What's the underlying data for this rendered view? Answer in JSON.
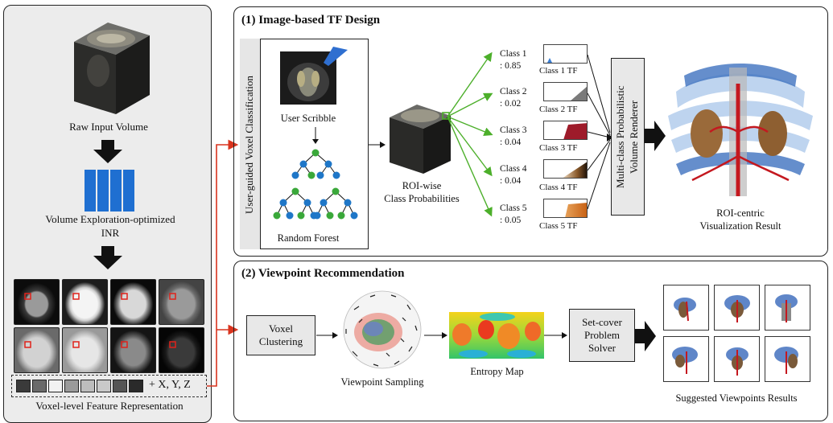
{
  "left_panel": {
    "raw_input_label": "Raw Input Volume",
    "inr_label_line1": "Volume Exploration-optimized",
    "inr_label_line2": "INR",
    "feature_suffix": "+ X, Y, Z",
    "feature_caption": "Voxel-level Feature Representation"
  },
  "panel1": {
    "title": "(1) Image-based TF Design",
    "classification_label": "User-guided Voxel Classification",
    "user_scribble": "User Scribble",
    "random_forest": "Random Forest",
    "roi_line1": "ROI-wise",
    "roi_line2": "Class Probabilities",
    "renderer_line1": "Multi-class Probabilistic",
    "renderer_line2": "Volume Renderer",
    "result_line1": "ROI-centric",
    "result_line2": "Visualization Result",
    "classes": [
      {
        "name": "Class 1",
        "prob": ": 0.85",
        "tf": "Class 1 TF",
        "color": "#3b7fd4"
      },
      {
        "name": "Class 2",
        "prob": ": 0.02",
        "tf": "Class 2 TF",
        "color": "#7a7a7a"
      },
      {
        "name": "Class 3",
        "prob": ": 0.04",
        "tf": "Class 3 TF",
        "color": "#9e1b2a"
      },
      {
        "name": "Class 4",
        "prob": ": 0.04",
        "tf": "Class 4 TF",
        "color": "#8a5a2b"
      },
      {
        "name": "Class 5",
        "prob": ": 0.05",
        "tf": "Class 5 TF",
        "color": "#d9822b"
      }
    ]
  },
  "panel2": {
    "title": "(2) Viewpoint Recommendation",
    "voxel_clustering_line1": "Voxel",
    "voxel_clustering_line2": "Clustering",
    "viewpoint_sampling": "Viewpoint Sampling",
    "entropy_map": "Entropy Map",
    "setcover_line1": "Set-cover",
    "setcover_line2": "Problem",
    "setcover_line3": "Solver",
    "suggested": "Suggested Viewpoints Results"
  },
  "colors": {
    "arrow_red": "#d9341e",
    "arrow_green": "#4caf2a",
    "inr_blue": "#1f6fd1",
    "forest_green": "#3aa83a",
    "forest_blue": "#1f77c8"
  }
}
